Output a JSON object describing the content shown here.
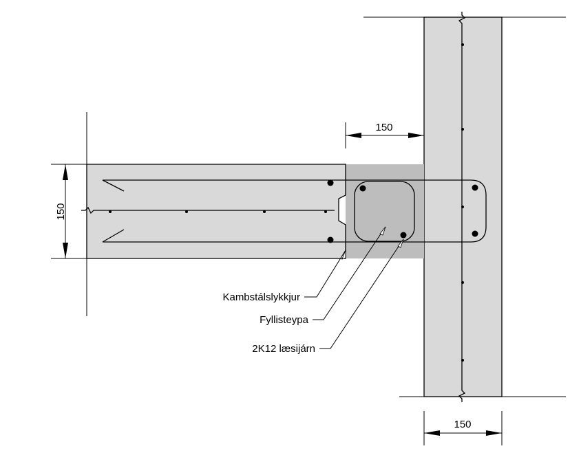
{
  "dimensions": {
    "beam_height": "150",
    "joint_width": "150",
    "wall_width": "150"
  },
  "labels": {
    "loops": "Kambstálslykkjur",
    "grout": "Fyllisteypa",
    "bars": "2K12 læsijárn"
  },
  "colors": {
    "concrete": "#d9d9d9",
    "grout": "#bdbdbd",
    "lines": "#000000"
  }
}
